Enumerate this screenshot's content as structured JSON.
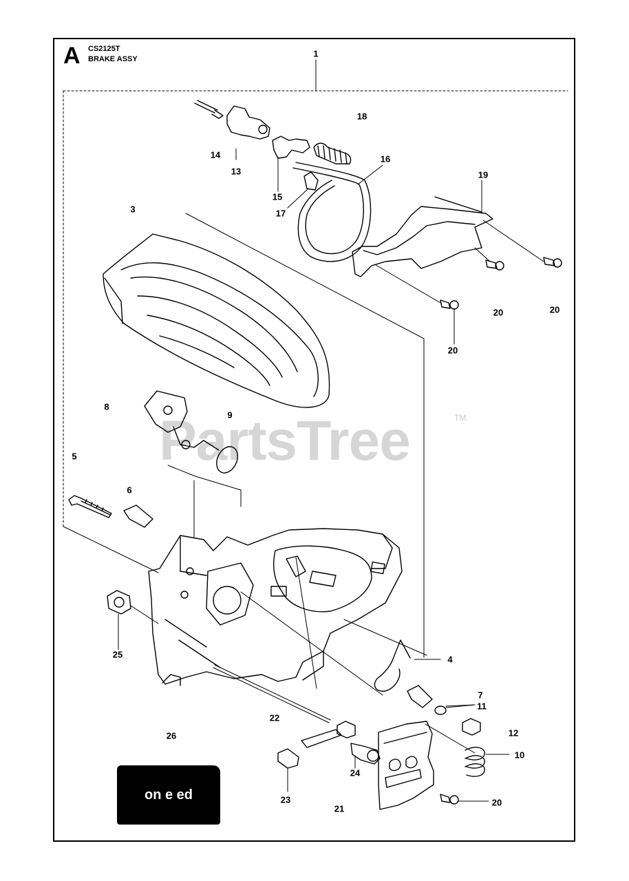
{
  "header": {
    "section_letter": "A",
    "model": "CS2125T",
    "assembly": "BRAKE ASSY"
  },
  "watermark": {
    "text": "PartsTree",
    "tm": "TM"
  },
  "badge": {
    "text": "on e ed"
  },
  "callouts": [
    {
      "id": "c1",
      "label": "1"
    },
    {
      "id": "c18",
      "label": "18"
    },
    {
      "id": "c14",
      "label": "14"
    },
    {
      "id": "c13",
      "label": "13"
    },
    {
      "id": "c16",
      "label": "16"
    },
    {
      "id": "c15",
      "label": "15"
    },
    {
      "id": "c17",
      "label": "17"
    },
    {
      "id": "c19",
      "label": "19"
    },
    {
      "id": "c3",
      "label": "3"
    },
    {
      "id": "c20a",
      "label": "20"
    },
    {
      "id": "c20b",
      "label": "20"
    },
    {
      "id": "c20c",
      "label": "20"
    },
    {
      "id": "c8",
      "label": "8"
    },
    {
      "id": "c9",
      "label": "9"
    },
    {
      "id": "c5",
      "label": "5"
    },
    {
      "id": "c6",
      "label": "6"
    },
    {
      "id": "c25",
      "label": "25"
    },
    {
      "id": "c4",
      "label": "4"
    },
    {
      "id": "c7",
      "label": "7"
    },
    {
      "id": "c11",
      "label": "11"
    },
    {
      "id": "c12",
      "label": "12"
    },
    {
      "id": "c22",
      "label": "22"
    },
    {
      "id": "c26",
      "label": "26"
    },
    {
      "id": "c10",
      "label": "10"
    },
    {
      "id": "c24",
      "label": "24"
    },
    {
      "id": "c23",
      "label": "23"
    },
    {
      "id": "c21",
      "label": "21"
    },
    {
      "id": "c20d",
      "label": "20"
    }
  ]
}
